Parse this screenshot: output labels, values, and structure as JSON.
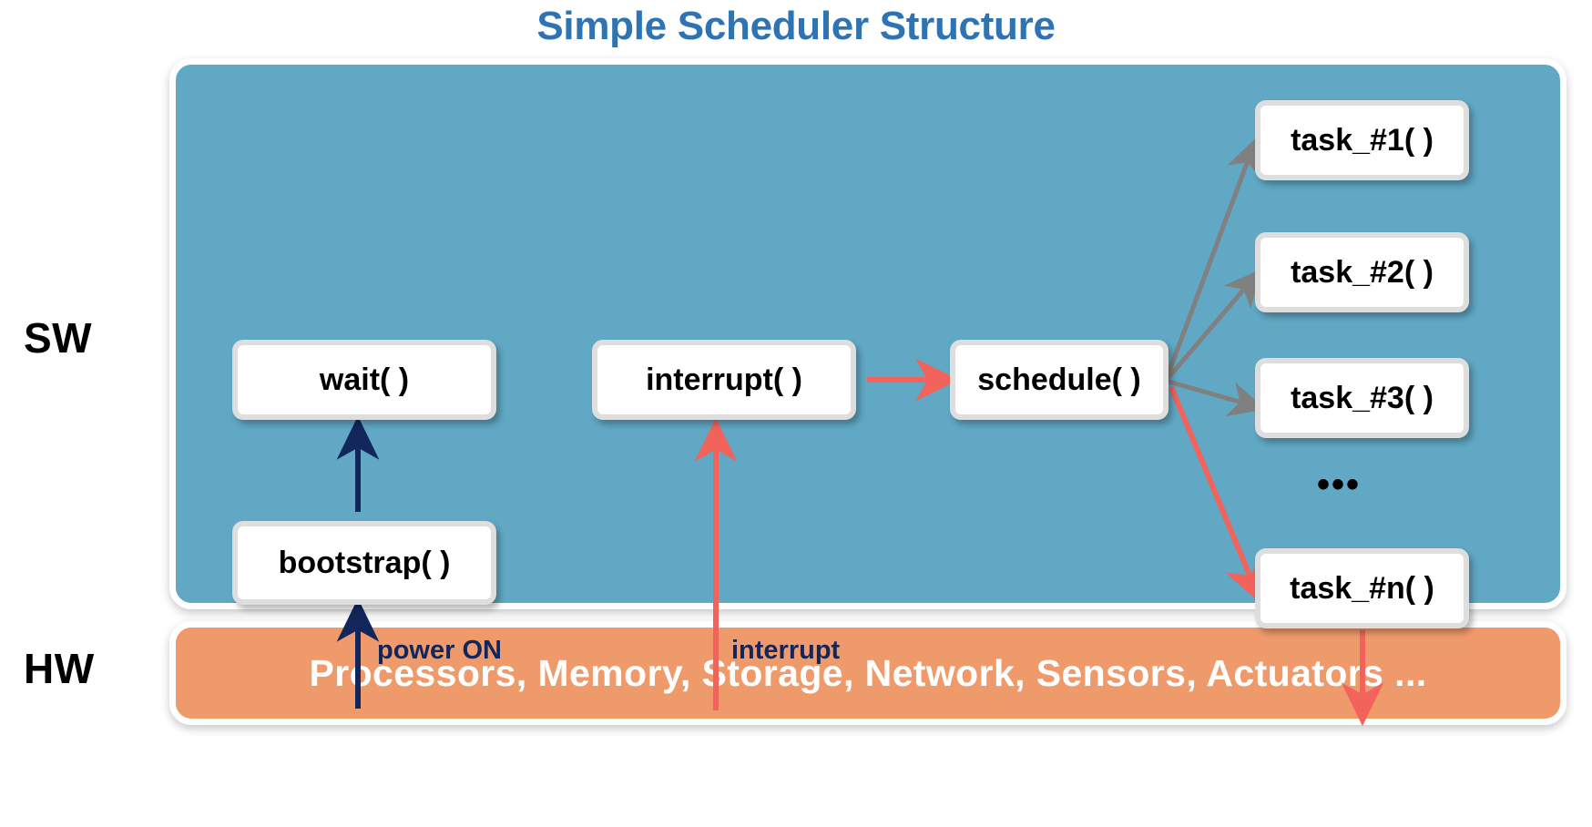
{
  "title": "Simple Scheduler Structure",
  "layers": {
    "sw_label": "SW",
    "hw_label": "HW"
  },
  "hw": {
    "text": "Processors, Memory, Storage, Network, Sensors, Actuators ..."
  },
  "boxes": {
    "wait": "wait( )",
    "bootstrap": "bootstrap( )",
    "interrupt": "interrupt( )",
    "schedule": "schedule( )",
    "task1": "task_#1( )",
    "task2": "task_#2( )",
    "task3": "task_#3( )",
    "taskn": "task_#n( )",
    "ellipsis": "•••"
  },
  "arrow_labels": {
    "power_on": "power ON",
    "interrupt": "interrupt"
  },
  "colors": {
    "title": "#2e74b5",
    "sw_panel": "#60a8c4",
    "hw_panel": "#ef9a6b",
    "navy_arrow": "#13265c",
    "red_arrow": "#f2635c",
    "gray_arrow": "#808080",
    "box_fill": "#ffffff",
    "box_border": "#dedede"
  }
}
